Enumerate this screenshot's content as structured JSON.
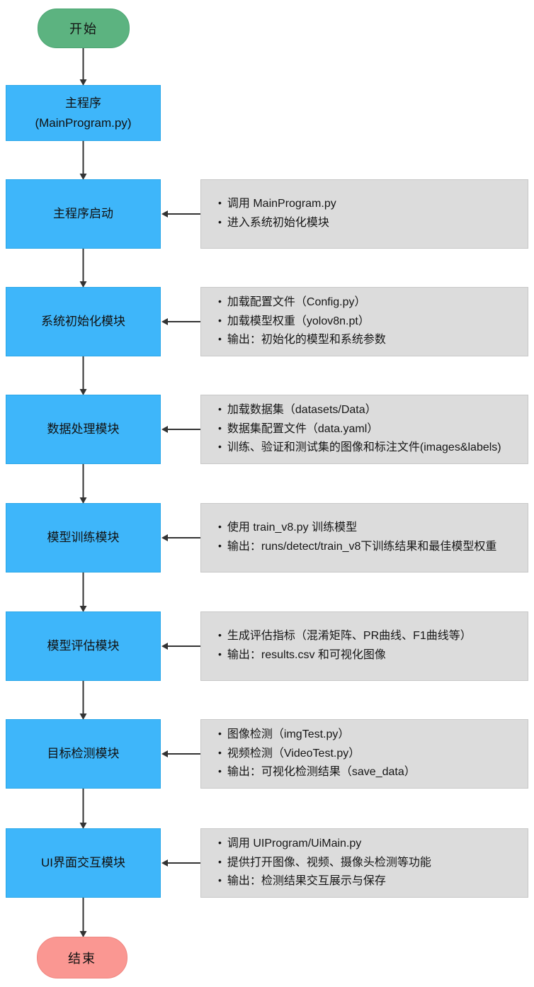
{
  "flow": {
    "start_label": "开始",
    "end_label": "结束",
    "main_node": {
      "line1": "主程序",
      "line2": "(MainProgram.py)"
    },
    "steps": [
      {
        "label": "主程序启动",
        "bullets": [
          "调用 MainProgram.py",
          "进入系统初始化模块"
        ]
      },
      {
        "label": "系统初始化模块",
        "bullets": [
          "加载配置文件（Config.py）",
          "加载模型权重（yolov8n.pt）",
          "输出：初始化的模型和系统参数"
        ]
      },
      {
        "label": "数据处理模块",
        "bullets": [
          "加载数据集（datasets/Data）",
          "数据集配置文件（data.yaml）",
          "训练、验证和测试集的图像和标注文件(images&labels)"
        ]
      },
      {
        "label": "模型训练模块",
        "bullets": [
          "使用 train_v8.py 训练模型",
          "输出：runs/detect/train_v8下训练结果和最佳模型权重"
        ]
      },
      {
        "label": "模型评估模块",
        "bullets": [
          "生成评估指标（混淆矩阵、PR曲线、F1曲线等）",
          "输出：results.csv 和可视化图像"
        ]
      },
      {
        "label": "目标检测模块",
        "bullets": [
          "图像检测（imgTest.py）",
          "视频检测（VideoTest.py）",
          "输出：可视化检测结果（save_data）"
        ]
      },
      {
        "label": "UI界面交互模块",
        "bullets": [
          "调用 UIProgram/UiMain.py",
          "提供打开图像、视频、摄像头检测等功能",
          "输出：检测结果交互展示与保存"
        ]
      }
    ],
    "colors": {
      "process_fill": "#3eb6fa",
      "annotation_fill": "#dcdcdc",
      "start_fill": "#5cb380",
      "end_fill": "#fa9792",
      "arrow": "#333333"
    }
  }
}
